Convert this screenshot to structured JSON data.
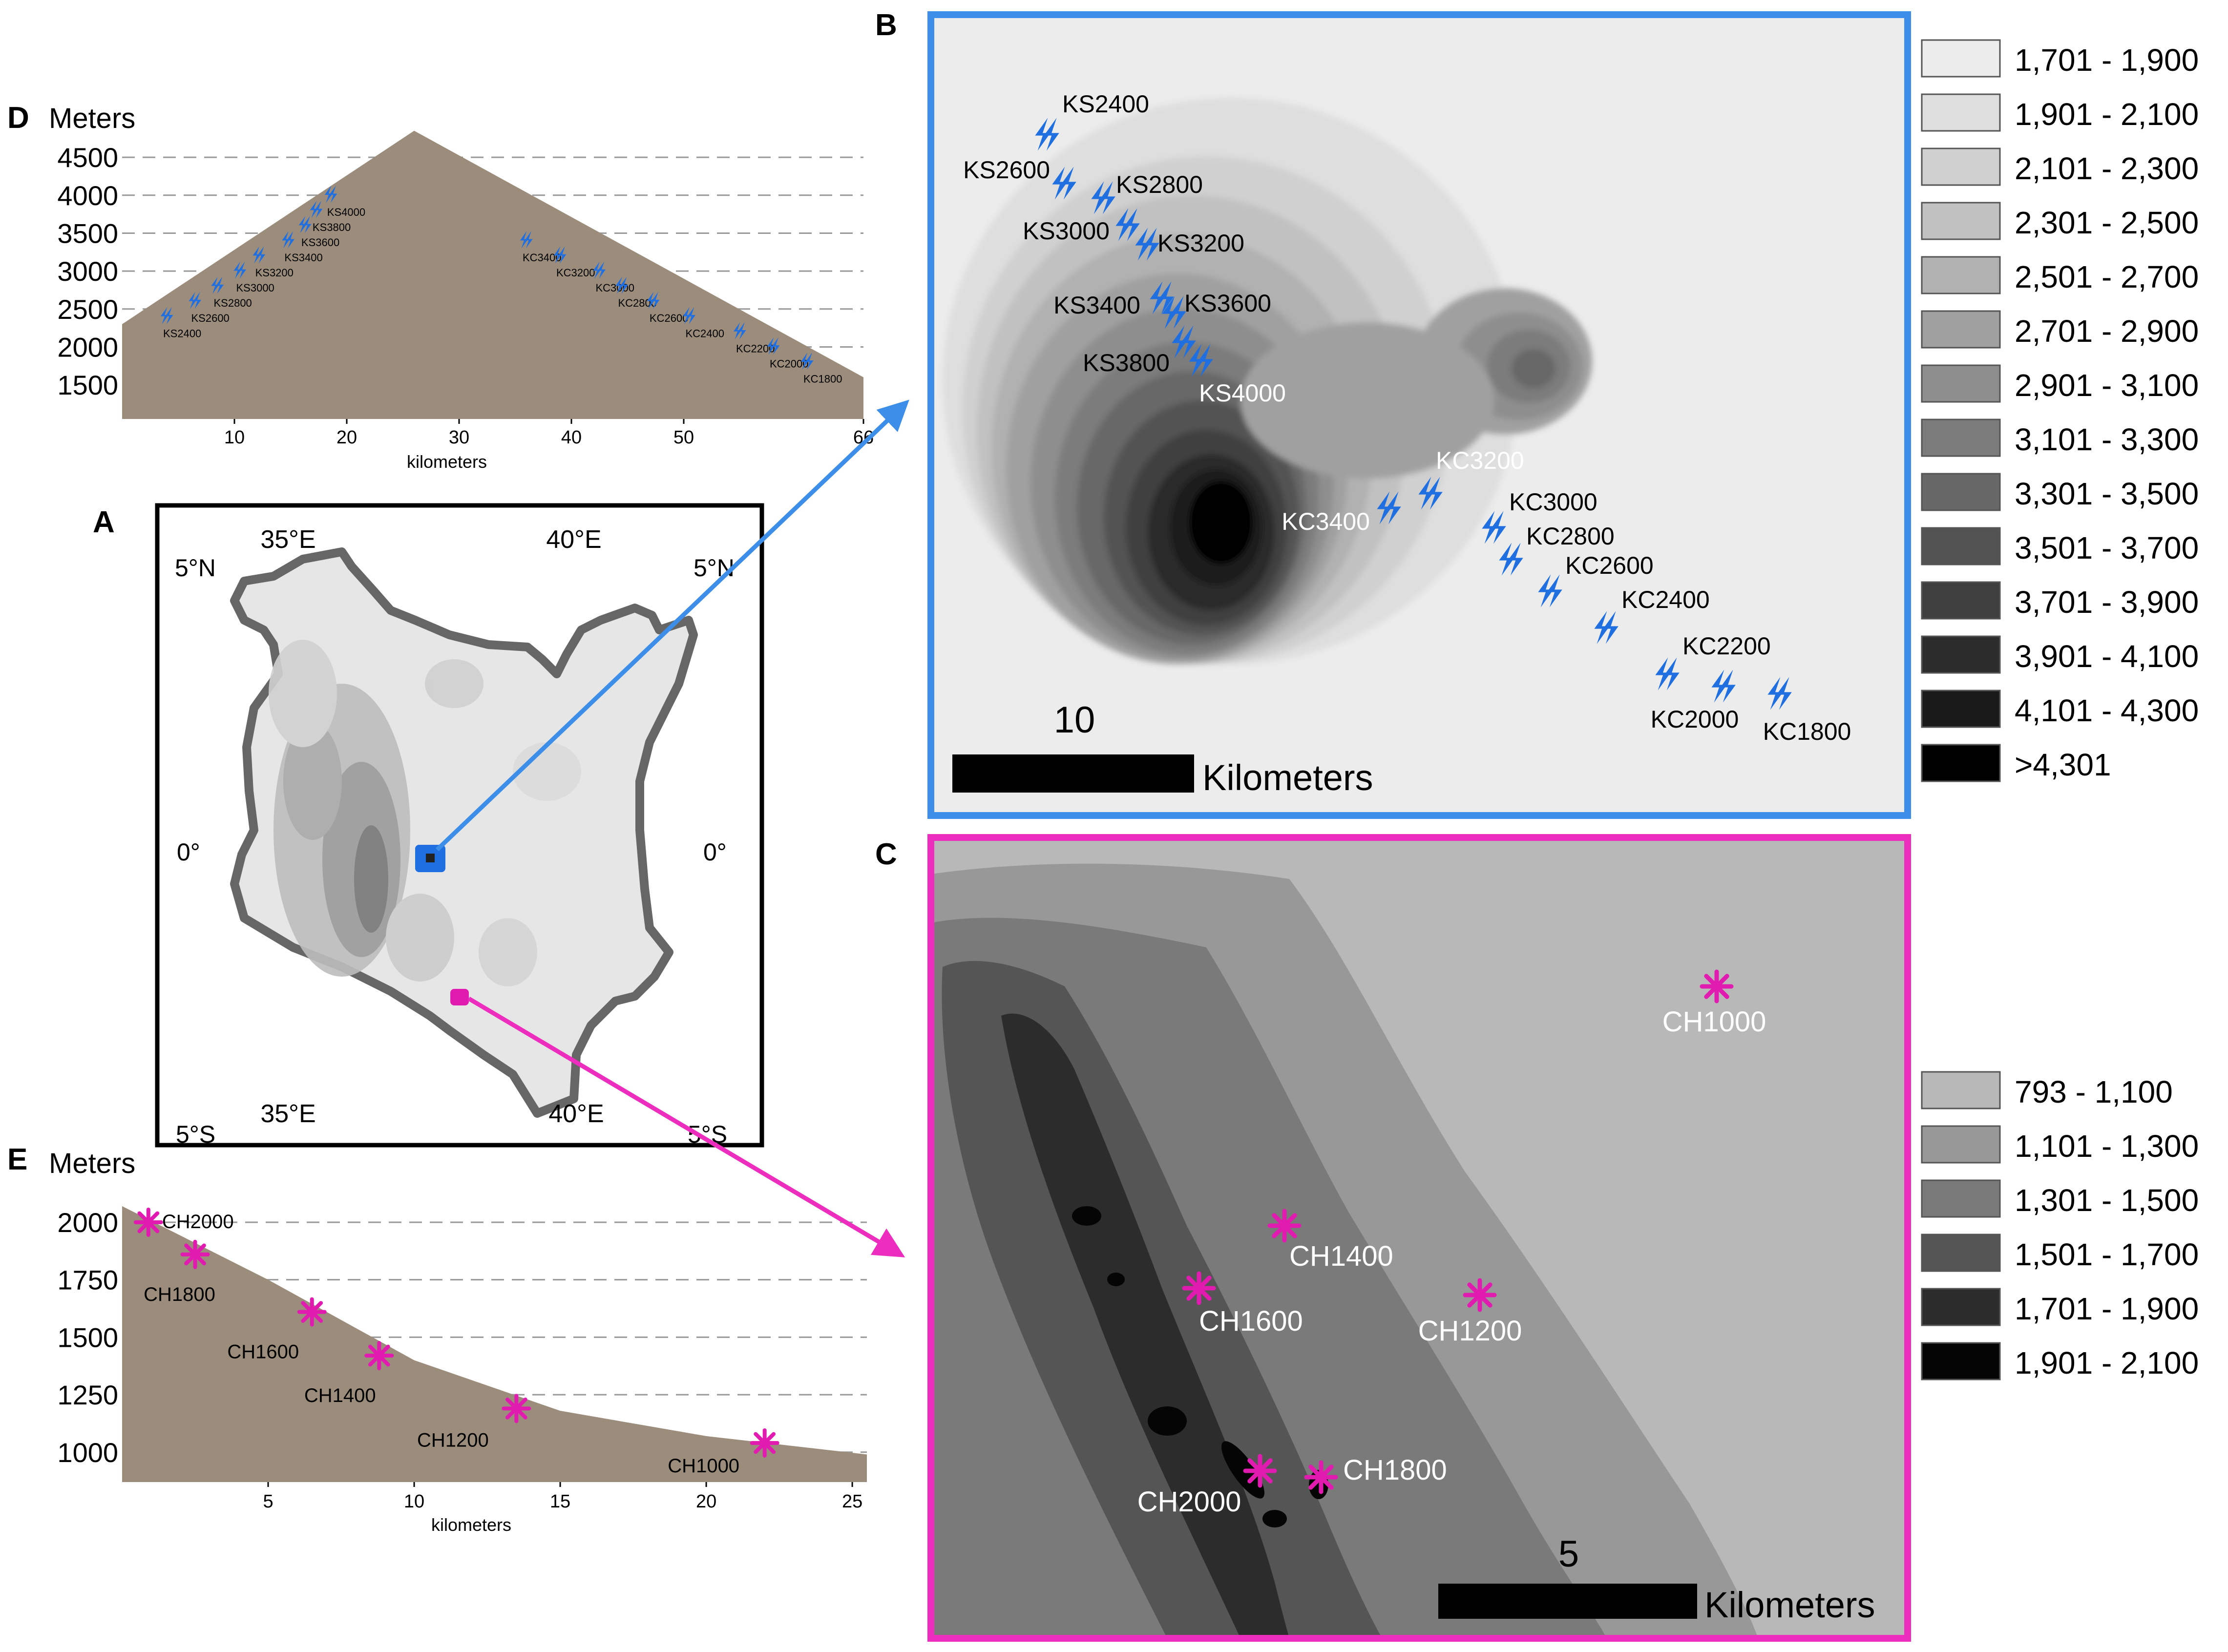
{
  "panels": {
    "A": "A",
    "B": "B",
    "C": "C",
    "D": "D",
    "E": "E"
  },
  "colors": {
    "kilimanjaro_frame": "#3d8ee8",
    "kilimanjaro_marker": "#1f6fe0",
    "chyulu_frame": "#ec2dbd",
    "chyulu_marker": "#e11bb0",
    "profile_fill": "#9b8c7b",
    "country_border": "#666666"
  },
  "icons": {
    "kilimanjaro_site": "lightning-bolt-icon",
    "chyulu_site": "asterisk-icon"
  },
  "map_a": {
    "lat_top_left": "5°N",
    "lat_top_right": "5°N",
    "lat_mid_left": "0°",
    "lat_mid_right": "0°",
    "lat_bottom_left": "5°S",
    "lat_bottom_right": "5°S",
    "lon_top_left": "35°E",
    "lon_top_right": "40°E",
    "lon_bottom_left": "35°E",
    "lon_bottom_right": "40°E"
  },
  "map_b": {
    "scale_value": "10",
    "scale_unit": "Kilometers",
    "sites": [
      {
        "label": "KS2400"
      },
      {
        "label": "KS2600"
      },
      {
        "label": "KS2800"
      },
      {
        "label": "KS3000"
      },
      {
        "label": "KS3200"
      },
      {
        "label": "KS3400"
      },
      {
        "label": "KS3600"
      },
      {
        "label": "KS3800"
      },
      {
        "label": "KS4000"
      },
      {
        "label": "KC3400"
      },
      {
        "label": "KC3200"
      },
      {
        "label": "KC3000"
      },
      {
        "label": "KC2800"
      },
      {
        "label": "KC2600"
      },
      {
        "label": "KC2400"
      },
      {
        "label": "KC2200"
      },
      {
        "label": "KC2000"
      },
      {
        "label": "KC1800"
      }
    ],
    "legend": [
      "1,701 - 1,900",
      "1,901 - 2,100",
      "2,101 - 2,300",
      "2,301 - 2,500",
      "2,501 - 2,700",
      "2,701 - 2,900",
      "2,901 - 3,100",
      "3,101 - 3,300",
      "3,301 - 3,500",
      "3,501 - 3,700",
      "3,701 - 3,900",
      "3,901 - 4,100",
      "4,101 - 4,300",
      ">4,301"
    ],
    "legend_colors": [
      "#ececec",
      "#dedede",
      "#d0d0d0",
      "#c1c1c1",
      "#b1b1b1",
      "#a0a0a0",
      "#8e8e8e",
      "#7b7b7b",
      "#676767",
      "#535353",
      "#3f3f3f",
      "#2c2c2c",
      "#1a1a1a",
      "#000000"
    ]
  },
  "map_c": {
    "scale_value": "5",
    "scale_unit": "Kilometers",
    "sites": [
      {
        "label": "CH1000"
      },
      {
        "label": "CH1200"
      },
      {
        "label": "CH1400"
      },
      {
        "label": "CH1600"
      },
      {
        "label": "CH1800"
      },
      {
        "label": "CH2000"
      }
    ],
    "legend": [
      "793 - 1,100",
      "1,101 - 1,300",
      "1,301 - 1,500",
      "1,501 - 1,700",
      "1,701 - 1,900",
      "1,901 - 2,100"
    ],
    "legend_colors": [
      "#b8b8b8",
      "#989898",
      "#7a7a7a",
      "#555555",
      "#2c2c2c",
      "#050505"
    ]
  },
  "profile_d": {
    "ylabel": "Meters",
    "xlabel": "kilometers",
    "yticks": [
      "1500",
      "2000",
      "2500",
      "3000",
      "3500",
      "4000",
      "4500"
    ],
    "ytick_values": [
      1500,
      2000,
      2500,
      3000,
      3500,
      4000,
      4500
    ],
    "xticks": [
      "10",
      "20",
      "30",
      "40",
      "50",
      "66"
    ],
    "xtick_values": [
      10,
      20,
      30,
      40,
      50,
      66
    ],
    "xlim": [
      0,
      66
    ],
    "ylim": [
      1050,
      4900
    ],
    "terrain": [
      [
        0,
        2300
      ],
      [
        26,
        4850
      ],
      [
        66,
        1600
      ]
    ],
    "sites": [
      {
        "label": "KS2400",
        "km": 4,
        "elev": 2400
      },
      {
        "label": "KS2600",
        "km": 6.5,
        "elev": 2600
      },
      {
        "label": "KS2800",
        "km": 8.5,
        "elev": 2800
      },
      {
        "label": "KS3000",
        "km": 10.5,
        "elev": 3000
      },
      {
        "label": "KS3200",
        "km": 12.2,
        "elev": 3200
      },
      {
        "label": "KS3400",
        "km": 14.8,
        "elev": 3400
      },
      {
        "label": "KS3600",
        "km": 16.3,
        "elev": 3600
      },
      {
        "label": "KS3800",
        "km": 17.3,
        "elev": 3800
      },
      {
        "label": "KS4000",
        "km": 18.6,
        "elev": 4000
      },
      {
        "label": "KC3400",
        "km": 36,
        "elev": 3400
      },
      {
        "label": "KC3200",
        "km": 39,
        "elev": 3200
      },
      {
        "label": "KC3000",
        "km": 42.5,
        "elev": 3000
      },
      {
        "label": "KC2800",
        "km": 44.5,
        "elev": 2800
      },
      {
        "label": "KC2600",
        "km": 47.3,
        "elev": 2600
      },
      {
        "label": "KC2400",
        "km": 50.5,
        "elev": 2400
      },
      {
        "label": "KC2200",
        "km": 55,
        "elev": 2200
      },
      {
        "label": "KC2000",
        "km": 58,
        "elev": 2000
      },
      {
        "label": "KC1800",
        "km": 61,
        "elev": 1800
      }
    ]
  },
  "profile_e": {
    "ylabel": "Meters",
    "xlabel": "kilometers",
    "yticks": [
      "1000",
      "1250",
      "1500",
      "1750",
      "2000"
    ],
    "ytick_values": [
      1000,
      1250,
      1500,
      1750,
      2000
    ],
    "xticks": [
      "5",
      "10",
      "15",
      "20",
      "25"
    ],
    "xtick_values": [
      5,
      10,
      15,
      20,
      25
    ],
    "xlim": [
      0,
      25.5
    ],
    "ylim": [
      870,
      2070
    ],
    "terrain": [
      [
        0,
        2070
      ],
      [
        5,
        1750
      ],
      [
        10,
        1400
      ],
      [
        15,
        1180
      ],
      [
        20,
        1070
      ],
      [
        25.5,
        990
      ]
    ],
    "sites": [
      {
        "label": "CH2000",
        "km": 0.9,
        "elev": 2000,
        "dx": 28,
        "dy": 12,
        "anchor": "start"
      },
      {
        "label": "CH1800",
        "km": 2.5,
        "elev": 1860,
        "dx": -32,
        "dy": 95,
        "anchor": "middle"
      },
      {
        "label": "CH1600",
        "km": 6.5,
        "elev": 1610,
        "dx": -100,
        "dy": 95,
        "anchor": "middle"
      },
      {
        "label": "CH1400",
        "km": 8.8,
        "elev": 1420,
        "dx": -80,
        "dy": 95,
        "anchor": "middle"
      },
      {
        "label": "CH1200",
        "km": 13.5,
        "elev": 1190,
        "dx": -130,
        "dy": 78,
        "anchor": "middle"
      },
      {
        "label": "CH1000",
        "km": 22,
        "elev": 1040,
        "dx": -125,
        "dy": 60,
        "anchor": "middle"
      }
    ]
  }
}
